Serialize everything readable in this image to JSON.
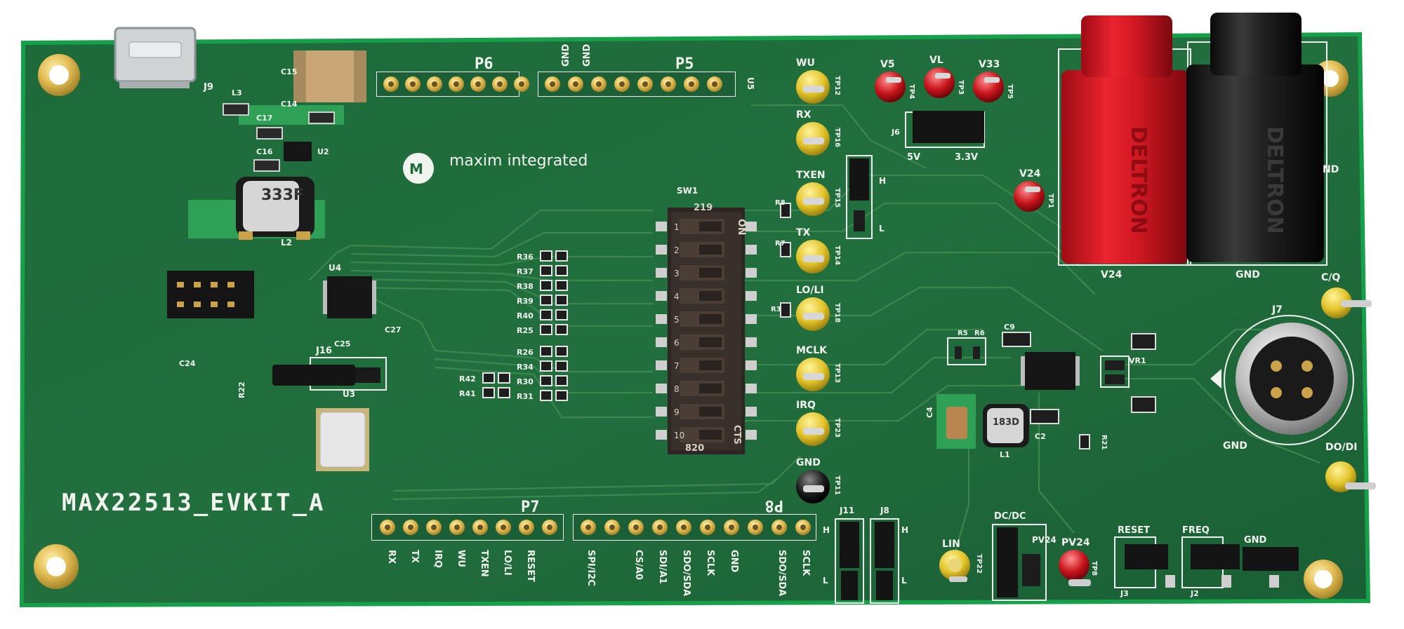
{
  "board": {
    "name": "MAX22513_EVKIT_A",
    "brand": "maxim integrated",
    "colors": {
      "pcb": "#1f6b3a",
      "pcb_edge": "#19a14b",
      "silk": "#f1f4ee",
      "gold": "#d6b04c"
    }
  },
  "headers": {
    "p6": "P6",
    "p5": "P5",
    "p5_gnd_1": "GND",
    "p5_gnd_2": "GND",
    "u5": "U5",
    "p7": "P7",
    "p8": "P8",
    "p7_pins": [
      "RX",
      "TX",
      "IRQ",
      "WU",
      "TXEN",
      "LO/LI",
      "RESET"
    ],
    "p8_pins": [
      "SPI/I2C",
      "CS/A0",
      "SDI/A1",
      "SDO/SDA",
      "SCLK",
      "GND",
      "SDO/SDA",
      "SCLK"
    ]
  },
  "test_points": [
    {
      "label": "WU",
      "ref": "TP12"
    },
    {
      "label": "RX",
      "ref": "TP16"
    },
    {
      "label": "TXEN",
      "ref": "TP15"
    },
    {
      "label": "TX",
      "ref": "TP14"
    },
    {
      "label": "LO/LI",
      "ref": "TP18"
    },
    {
      "label": "MCLK",
      "ref": "TP13"
    },
    {
      "label": "IRQ",
      "ref": "TP23"
    },
    {
      "label": "GND",
      "ref": "TP11"
    }
  ],
  "supply_points": [
    {
      "label": "V5",
      "ref": "TP4"
    },
    {
      "label": "VL",
      "ref": "TP3"
    },
    {
      "label": "V33",
      "ref": "TP5"
    },
    {
      "label": "V24",
      "ref": "TP1"
    }
  ],
  "jumpers": {
    "j6": "J6",
    "j6_left": "5V",
    "j6_right": "3.3V",
    "j16": "J16",
    "j11": "J11",
    "j8": "J8",
    "h_label": "H",
    "l_label": "L",
    "dcdc": "DC/DC",
    "j3": "J3",
    "j2": "J2",
    "reset": "RESET",
    "freq": "FREQ",
    "gnd": "GND",
    "j7": "J7",
    "co": "C/Q",
    "doi": "DO/DI",
    "j7_gnd": "GND",
    "lin": "LIN",
    "pv24": "PV24",
    "pv24_b": "PV24",
    "tp22": "TP22",
    "tp8": "TP8",
    "v24_terminal": "V24",
    "gnd_terminal": "GND",
    "banana_brand": "DELTRON",
    "nd_label": "ND"
  },
  "dip_switch": {
    "ref": "SW1",
    "on": "ON",
    "brand": "CTS",
    "part_top": "219",
    "part_bottom": "820",
    "positions": [
      "1",
      "2",
      "3",
      "4",
      "5",
      "6",
      "7",
      "8",
      "9",
      "10"
    ]
  },
  "components": {
    "u4": "U4",
    "u3": "U3",
    "u2": "U2",
    "l1": "L1",
    "l2": "L2",
    "l3": "L3",
    "inductor_top": "333F",
    "inductor_bottom": "183D",
    "j9": "J9",
    "c15": "C15",
    "c14": "C14",
    "c16": "C16",
    "c17": "C17",
    "c24": "C24",
    "c25": "C25",
    "c27": "C27",
    "c9": "C9",
    "c4": "C4",
    "c2": "C2",
    "vr1": "VR1",
    "resistors_a": [
      "R36",
      "R37",
      "R38",
      "R39",
      "R40",
      "R25"
    ],
    "resistors_b": [
      "R26",
      "R34",
      "R30",
      "R31"
    ],
    "resistors_c": [
      "R42",
      "R41"
    ],
    "r22": "R22",
    "r21": "R21",
    "r8": "R8",
    "r7": "R7",
    "r3": "R3",
    "r5": "R5",
    "r6": "R6"
  }
}
